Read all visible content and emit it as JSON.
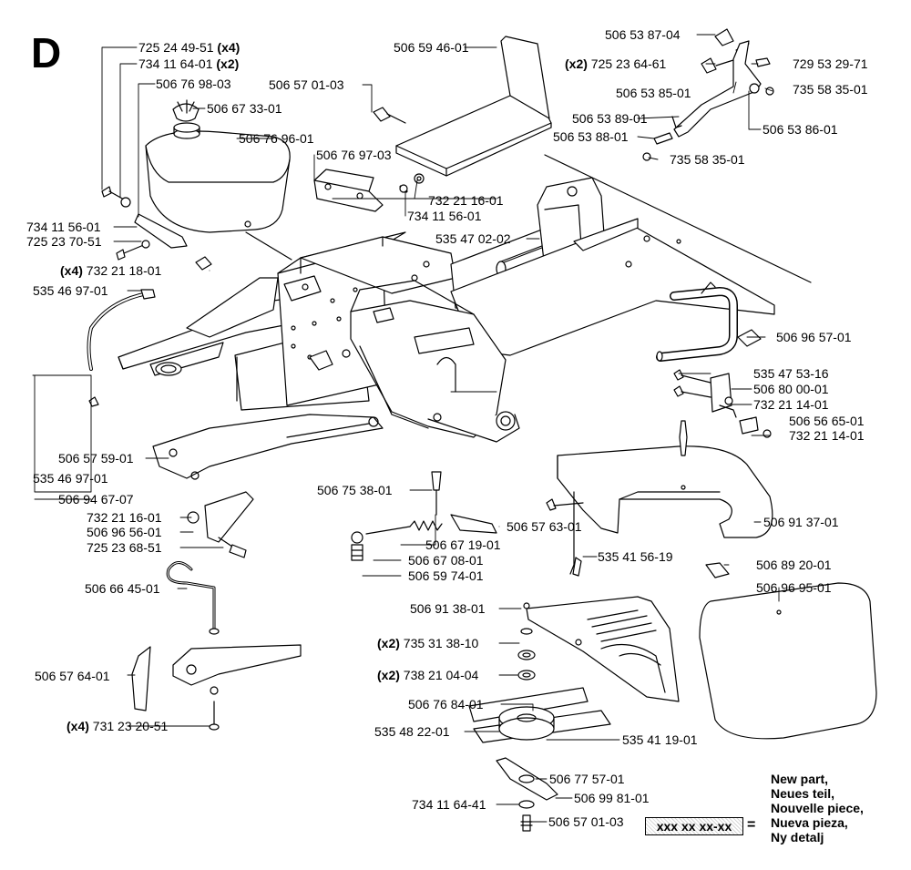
{
  "sheet_letter": "D",
  "part_labels": [
    {
      "id": "p01",
      "qty": "",
      "number": "725 24 49-51",
      "suffix": "(x4)"
    },
    {
      "id": "p02",
      "qty": "",
      "number": "734 11 64-01",
      "suffix": "(x2)"
    },
    {
      "id": "p03",
      "qty": "",
      "number": "506 76 98-03",
      "suffix": ""
    },
    {
      "id": "p04",
      "qty": "",
      "number": "506 67 33-01",
      "suffix": ""
    },
    {
      "id": "p05",
      "qty": "",
      "number": "506 76 96-01",
      "suffix": ""
    },
    {
      "id": "p06",
      "qty": "",
      "number": "734 11 56-01",
      "suffix": ""
    },
    {
      "id": "p07",
      "qty": "",
      "number": "725 23 70-51",
      "suffix": ""
    },
    {
      "id": "p08",
      "qty": "(x4)",
      "number": "732 21 18-01",
      "suffix": ""
    },
    {
      "id": "p09",
      "qty": "",
      "number": "535 46 97-01",
      "suffix": ""
    },
    {
      "id": "p10",
      "qty": "",
      "number": "506 57 01-03",
      "suffix": ""
    },
    {
      "id": "p11",
      "qty": "",
      "number": "506 59 46-01",
      "suffix": ""
    },
    {
      "id": "p12",
      "qty": "",
      "number": "506 76 97-03",
      "suffix": ""
    },
    {
      "id": "p13",
      "qty": "",
      "number": "732 21 16-01",
      "suffix": ""
    },
    {
      "id": "p14",
      "qty": "",
      "number": "734 11 56-01",
      "suffix": ""
    },
    {
      "id": "p15",
      "qty": "",
      "number": "506 53 87-04",
      "suffix": ""
    },
    {
      "id": "p16",
      "qty": "(x2)",
      "number": "725 23 64-61",
      "suffix": ""
    },
    {
      "id": "p17",
      "qty": "",
      "number": "729 53 29-71",
      "suffix": ""
    },
    {
      "id": "p18",
      "qty": "",
      "number": "506 53 85-01",
      "suffix": ""
    },
    {
      "id": "p19",
      "qty": "",
      "number": "735 58 35-01",
      "suffix": ""
    },
    {
      "id": "p20",
      "qty": "",
      "number": "506 53 89-01",
      "suffix": ""
    },
    {
      "id": "p21",
      "qty": "",
      "number": "506 53 86-01",
      "suffix": ""
    },
    {
      "id": "p22",
      "qty": "",
      "number": "506 53 88-01",
      "suffix": ""
    },
    {
      "id": "p23",
      "qty": "",
      "number": "735 58 35-01",
      "suffix": ""
    },
    {
      "id": "p24",
      "qty": "",
      "number": "535 47 02-02",
      "suffix": ""
    },
    {
      "id": "p25",
      "qty": "",
      "number": "506 96 57-01",
      "suffix": ""
    },
    {
      "id": "p26",
      "qty": "",
      "number": "535 47 53-16",
      "suffix": ""
    },
    {
      "id": "p27",
      "qty": "",
      "number": "506 80 00-01",
      "suffix": ""
    },
    {
      "id": "p28",
      "qty": "",
      "number": "732 21 14-01",
      "suffix": ""
    },
    {
      "id": "p29",
      "qty": "",
      "number": "506 56 65-01",
      "suffix": ""
    },
    {
      "id": "p30",
      "qty": "",
      "number": "732 21 14-01",
      "suffix": ""
    },
    {
      "id": "p31",
      "qty": "",
      "number": "506 57 59-01",
      "suffix": ""
    },
    {
      "id": "p32",
      "qty": "",
      "number": "535 46 97-01",
      "suffix": ""
    },
    {
      "id": "p33",
      "qty": "",
      "number": "506 94 67-07",
      "suffix": ""
    },
    {
      "id": "p34",
      "qty": "",
      "number": "732 21 16-01",
      "suffix": ""
    },
    {
      "id": "p35",
      "qty": "",
      "number": "506 96 56-01",
      "suffix": ""
    },
    {
      "id": "p36",
      "qty": "",
      "number": "725 23 68-51",
      "suffix": ""
    },
    {
      "id": "p37",
      "qty": "",
      "number": "506 75 38-01",
      "suffix": ""
    },
    {
      "id": "p38",
      "qty": "",
      "number": "506 57 63-01",
      "suffix": ""
    },
    {
      "id": "p39",
      "qty": "",
      "number": "506 67 19-01",
      "suffix": ""
    },
    {
      "id": "p40",
      "qty": "",
      "number": "506 67 08-01",
      "suffix": ""
    },
    {
      "id": "p41",
      "qty": "",
      "number": "506 59 74-01",
      "suffix": ""
    },
    {
      "id": "p42",
      "qty": "",
      "number": "506 91 37-01",
      "suffix": ""
    },
    {
      "id": "p43",
      "qty": "",
      "number": "535 41 56-19",
      "suffix": ""
    },
    {
      "id": "p44",
      "qty": "",
      "number": "506 89 20-01",
      "suffix": ""
    },
    {
      "id": "p45",
      "qty": "",
      "number": "506 96 95-01",
      "suffix": ""
    },
    {
      "id": "p46",
      "qty": "",
      "number": "506 66 45-01",
      "suffix": ""
    },
    {
      "id": "p47",
      "qty": "",
      "number": "506 91 38-01",
      "suffix": ""
    },
    {
      "id": "p48",
      "qty": "(x2)",
      "number": "735 31 38-10",
      "suffix": ""
    },
    {
      "id": "p49",
      "qty": "(x2)",
      "number": "738 21 04-04",
      "suffix": ""
    },
    {
      "id": "p50",
      "qty": "",
      "number": "506 57 64-01",
      "suffix": ""
    },
    {
      "id": "p51",
      "qty": "",
      "number": "506 76 84-01",
      "suffix": ""
    },
    {
      "id": "p52",
      "qty": "",
      "number": "535 48 22-01",
      "suffix": ""
    },
    {
      "id": "p53",
      "qty": "",
      "number": "535 41 19-01",
      "suffix": ""
    },
    {
      "id": "p54",
      "qty": "(x4)",
      "number": "731 23 20-51",
      "suffix": ""
    },
    {
      "id": "p55",
      "qty": "",
      "number": "506 77 57-01",
      "suffix": ""
    },
    {
      "id": "p56",
      "qty": "",
      "number": "506 99 81-01",
      "suffix": ""
    },
    {
      "id": "p57",
      "qty": "",
      "number": "734 11 64-41",
      "suffix": ""
    },
    {
      "id": "p58",
      "qty": "",
      "number": "506 57 01-03",
      "suffix": ""
    }
  ],
  "legend": {
    "placeholder": "xxx xx xx-xx",
    "equals": "=",
    "lines": [
      "New part,",
      "Neues teil,",
      "Nouvelle piece,",
      "Nueva pieza,",
      "Ny detalj"
    ]
  }
}
